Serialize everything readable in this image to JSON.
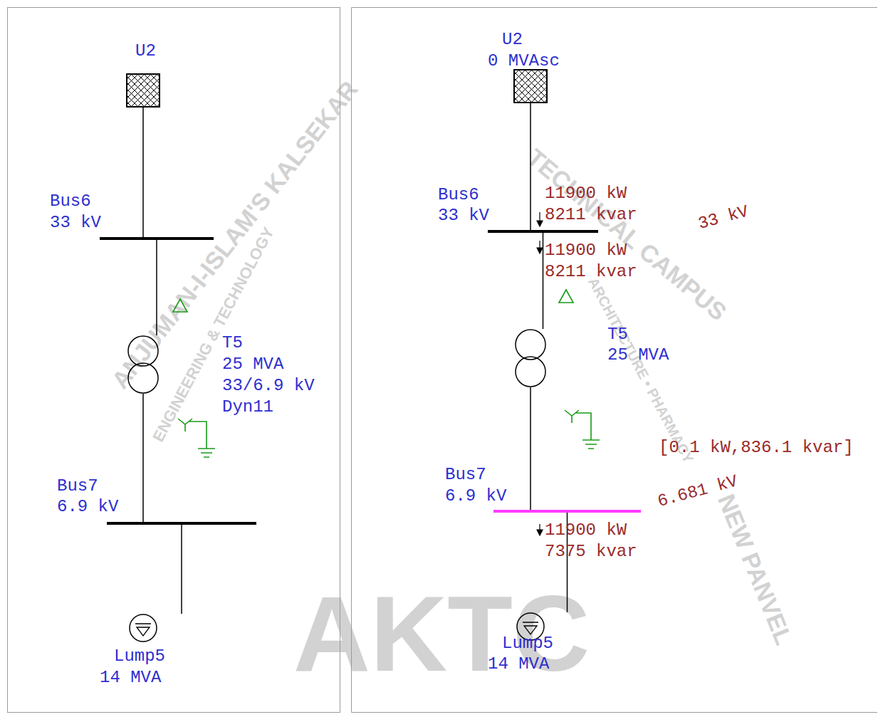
{
  "diagram": {
    "nodes": [
      {
        "text": [
          "U2"
        ]
      },
      {
        "text": [
          "Bus6",
          "33 kV"
        ]
      },
      {
        "text": [
          "T5",
          "25 MVA 33/6.9 kV Dyn11"
        ]
      },
      {
        "text": [
          "Bus7",
          "6.9 kV"
        ]
      },
      {
        "text": [
          "Lump5",
          "14 MVA"
        ]
      },
      {
        "text": [
          "U2",
          "0 MVAsc"
        ]
      },
      {
        "text": [
          "Bus6",
          "33 kV"
        ]
      },
      {
        "text": [
          "T5",
          "25 MVA"
        ]
      },
      {
        "text": [
          "Bus7",
          "6.9 kV"
        ]
      },
      {
        "text": [
          "Lump5",
          "14 MVA"
        ]
      }
    ],
    "edges": [
      {
        "from": 0,
        "to": 1,
        "arrow": "none"
      },
      {
        "from": 1,
        "to": 2,
        "arrow": "none"
      },
      {
        "from": 2,
        "to": 3,
        "arrow": "none"
      },
      {
        "from": 3,
        "to": 4,
        "arrow": "none"
      },
      {
        "from": 5,
        "to": 6,
        "arrow": "none"
      },
      {
        "from": 6,
        "to": 7,
        "arrow": "none"
      },
      {
        "from": 7,
        "to": 8,
        "arrow": "none"
      },
      {
        "from": 8,
        "to": 9,
        "arrow": "none"
      }
    ],
    "labels": [
      "11900 kW 8211 kvar",
      "11900 kW 8211 kvar",
      "33 kV",
      "[0.1 kW,836.1 kvar]",
      "6.681 kV",
      "11900 kW 7375 kvar",
      "ANJUMAN-I-ISLAM'S KALSEKAR",
      "ENGINEERING & TECHNOLOGY",
      "TECHNICAL CAMPUS",
      "ARCHITECTURE • PHARMACY",
      "NEW PANVEL",
      "AKTC"
    ]
  }
}
